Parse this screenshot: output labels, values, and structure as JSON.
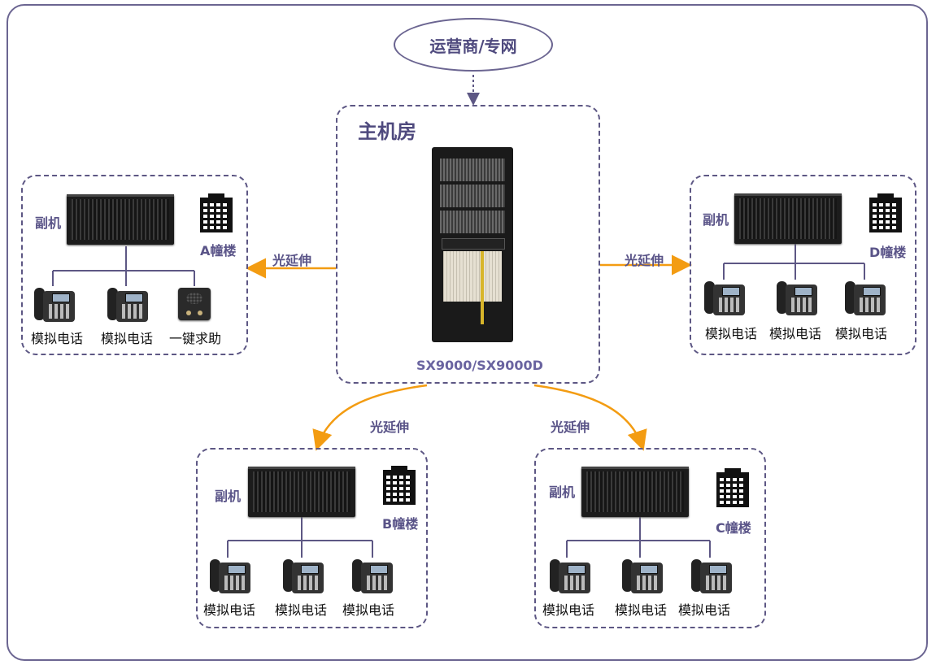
{
  "colors": {
    "border": "#5d5784",
    "text": "#5a5488",
    "arrow": "#f39c12"
  },
  "top": {
    "provider_label": "运营商/专网"
  },
  "main_room": {
    "title": "主机房",
    "model": "SX9000/SX9000D",
    "cabinet_icon": "server-cabinet-icon"
  },
  "link_label": "光延伸",
  "sites": {
    "a": {
      "unit_label": "副机",
      "building_label": "A幢楼",
      "devices": [
        "模拟电话",
        "模拟电话",
        "一键求助"
      ]
    },
    "b": {
      "unit_label": "副机",
      "building_label": "B幢楼",
      "devices": [
        "模拟电话",
        "模拟电话",
        "模拟电话"
      ]
    },
    "c": {
      "unit_label": "副机",
      "building_label": "C幢楼",
      "devices": [
        "模拟电话",
        "模拟电话",
        "模拟电话"
      ]
    },
    "d": {
      "unit_label": "副机",
      "building_label": "D幢楼",
      "devices": [
        "模拟电话",
        "模拟电话",
        "模拟电话"
      ]
    }
  }
}
